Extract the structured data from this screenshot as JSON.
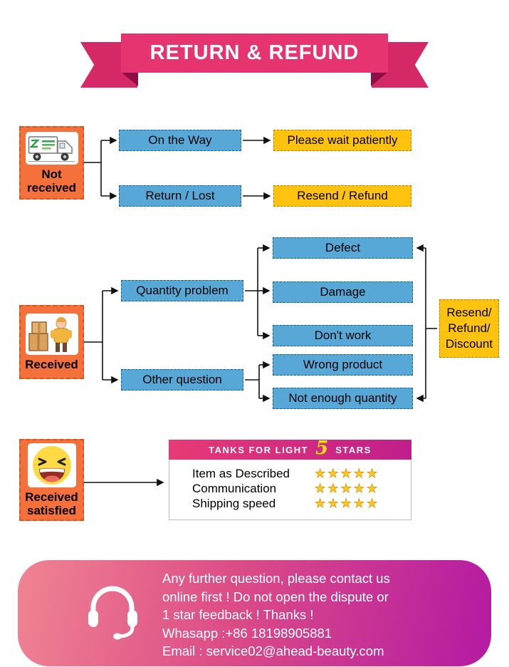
{
  "banner": {
    "title": "RETURN & REFUND"
  },
  "flows": {
    "not_received": {
      "label_lines": [
        "Not",
        "received"
      ],
      "branches": [
        {
          "condition": "On the Way",
          "result": "Please wait patiently"
        },
        {
          "condition": "Return / Lost",
          "result": "Resend / Refund"
        }
      ]
    },
    "received": {
      "label_lines": [
        "Received"
      ],
      "branches": [
        {
          "condition": "Quantity problem",
          "results": [
            "Defect",
            "Damage",
            "Don't work"
          ]
        },
        {
          "condition": "Other question",
          "results": [
            "Wrong product",
            "Not enough quantity"
          ]
        }
      ],
      "outcome_lines": [
        "Resend/",
        "Refund/",
        "Discount"
      ]
    },
    "satisfied": {
      "label_lines": [
        "Received",
        "satisfied"
      ]
    }
  },
  "feedback_panel": {
    "header": {
      "prefix": "TANKS FOR LIGHT",
      "number": "5",
      "suffix": "STARS"
    },
    "rows": [
      {
        "label": "Item as Described",
        "stars": "★★★★★"
      },
      {
        "label": "Communication",
        "stars": "★★★★★"
      },
      {
        "label": "Shipping speed",
        "stars": "★★★★★"
      }
    ]
  },
  "footer": {
    "lines": [
      "Any further question, please contact us",
      "online first ! Do not open the dispute or",
      "1 star feedback ! Thanks !",
      "Whasapp :+86 18198905881",
      "Email : service02@ahead-beauty.com"
    ]
  },
  "colors": {
    "banner_pink": "#E63471",
    "ribbon_dark": "#D42867",
    "ribbon_fold": "#8E0F47",
    "blue_box": "#57A8D6",
    "yellow_box": "#FFC20E",
    "orange_box": "#F4713B",
    "panel_header_left": "#E83A74",
    "panel_header_right": "#C01E8C",
    "footer_left": "#F08493",
    "footer_right": "#B31AA3",
    "star_gold": "#FFC928"
  }
}
